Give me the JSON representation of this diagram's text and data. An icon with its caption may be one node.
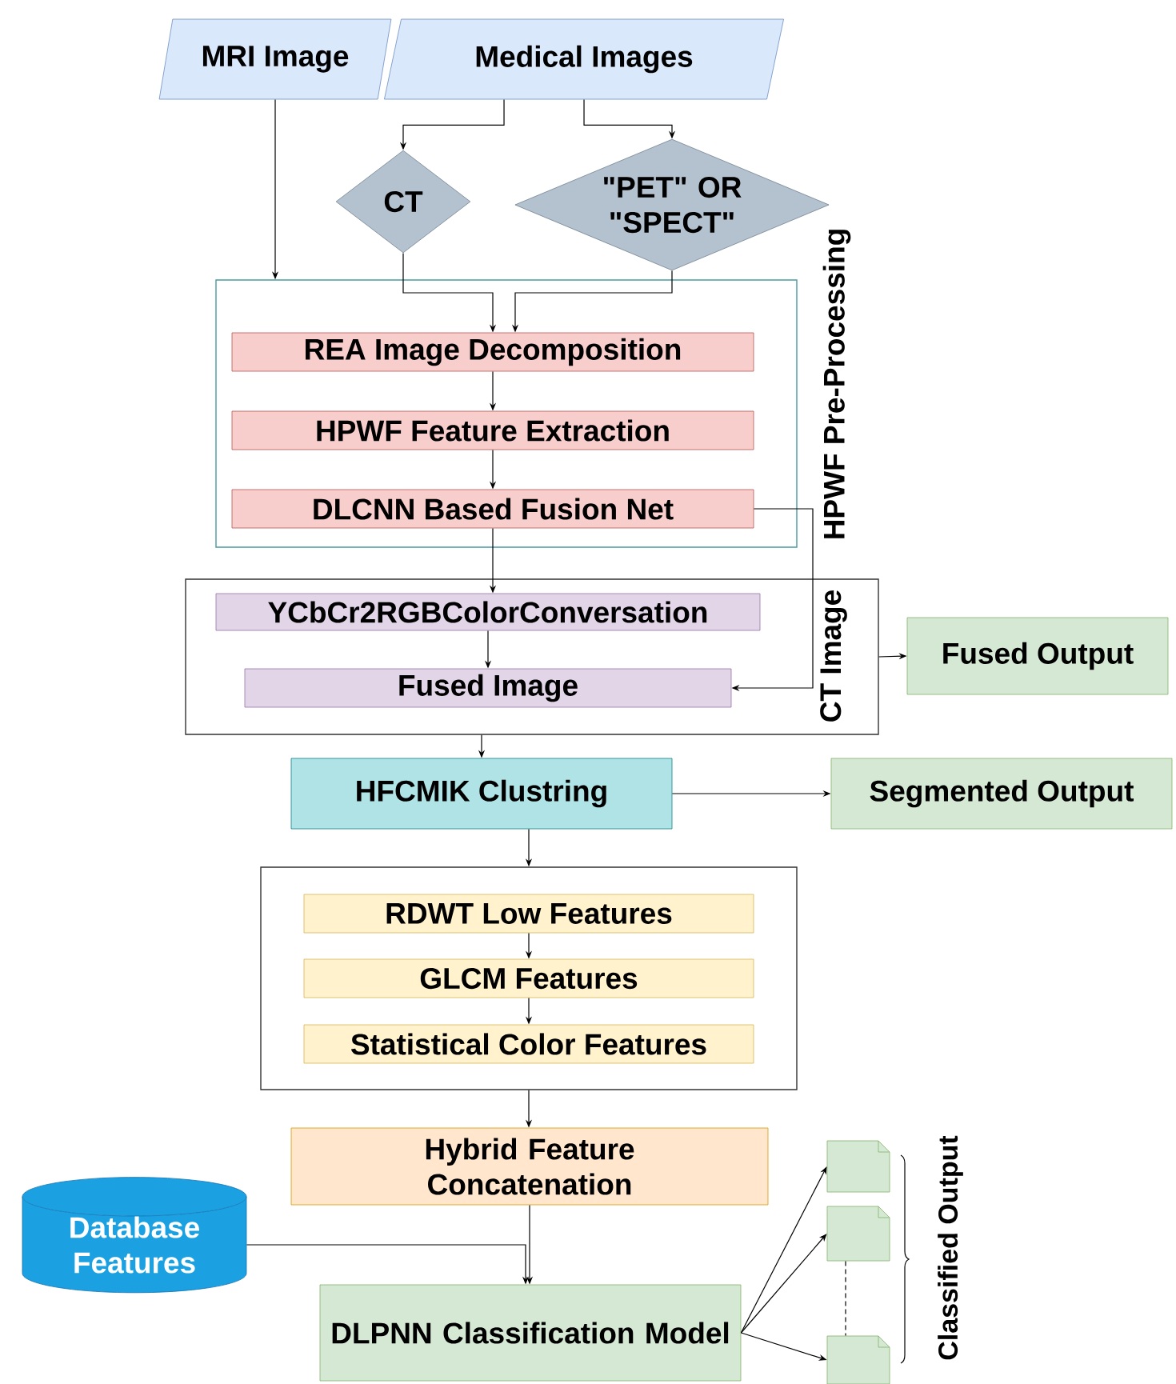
{
  "diagram": {
    "nodes": [
      {
        "text": [
          "MRI Image"
        ]
      },
      {
        "text": [
          "Medical Images"
        ]
      },
      {
        "text": [
          "CT"
        ]
      },
      {
        "text": [
          "\"PET\" OR \"SPECT\""
        ]
      },
      {
        "text": [
          "HPWF Pre-Processing"
        ]
      },
      {
        "text": [
          "REA Image Decomposition"
        ],
        "in": 4
      },
      {
        "text": [
          "HPWF Feature Extraction"
        ],
        "in": 4
      },
      {
        "text": [
          "DLCNN Based Fusion Net"
        ],
        "in": 4
      },
      {
        "text": [
          "CT Image"
        ]
      },
      {
        "text": [
          "YCbCr2RGBColorConversation"
        ],
        "in": 8
      },
      {
        "text": [
          "Fused Image"
        ],
        "in": 8
      },
      {
        "text": [
          "Fused Output"
        ]
      },
      {
        "text": [
          "HFCMIK Clustring"
        ]
      },
      {
        "text": [
          "Segmented Output"
        ]
      },
      {
        "text": [],
        "shape": "box"
      },
      {
        "text": [
          "RDWT Low Features"
        ],
        "in": 14
      },
      {
        "text": [
          "GLCM Features"
        ],
        "in": 14
      },
      {
        "text": [
          "Statistical Color Features"
        ],
        "in": 14
      },
      {
        "text": [
          "Hybrid Feature Concatenation"
        ]
      },
      {
        "text": [
          "Database Features"
        ]
      },
      {
        "text": [
          "DLPNN Classification Model"
        ]
      },
      {
        "text": [],
        "shape": "document"
      },
      {
        "text": [],
        "shape": "document"
      },
      {
        "text": [],
        "shape": "document"
      }
    ],
    "edges": [
      {
        "from": 0,
        "to": 4,
        "arrow": "to"
      },
      {
        "from": 1,
        "to": 2,
        "arrow": "to"
      },
      {
        "from": 1,
        "to": 3,
        "arrow": "to"
      },
      {
        "from": 2,
        "to": 5,
        "arrow": "to"
      },
      {
        "from": 3,
        "to": 5,
        "arrow": "to"
      },
      {
        "from": 5,
        "to": 6,
        "arrow": "to"
      },
      {
        "from": 6,
        "to": 7,
        "arrow": "to"
      },
      {
        "from": 7,
        "to": 9,
        "arrow": "to"
      },
      {
        "from": 7,
        "to": 10,
        "arrow": "to"
      },
      {
        "from": 9,
        "to": 10,
        "arrow": "to"
      },
      {
        "from": 8,
        "to": 11,
        "arrow": "to"
      },
      {
        "from": 8,
        "to": 12,
        "arrow": "to"
      },
      {
        "from": 12,
        "to": 13,
        "arrow": "to"
      },
      {
        "from": 12,
        "to": 14,
        "arrow": "to"
      },
      {
        "from": 15,
        "to": 16,
        "arrow": "to"
      },
      {
        "from": 16,
        "to": 17,
        "arrow": "to"
      },
      {
        "from": 14,
        "to": 18,
        "arrow": "to"
      },
      {
        "from": 18,
        "to": 20,
        "arrow": "to"
      },
      {
        "from": 19,
        "to": 20,
        "arrow": "to"
      },
      {
        "from": 20,
        "to": 21,
        "arrow": "to"
      },
      {
        "from": 20,
        "to": 22,
        "arrow": "to"
      },
      {
        "from": 20,
        "to": 23,
        "arrow": "to"
      },
      {
        "from": 22,
        "to": 23,
        "arrow": "none",
        "style": "dashed"
      }
    ],
    "labels": [
      "Classified Output"
    ]
  }
}
